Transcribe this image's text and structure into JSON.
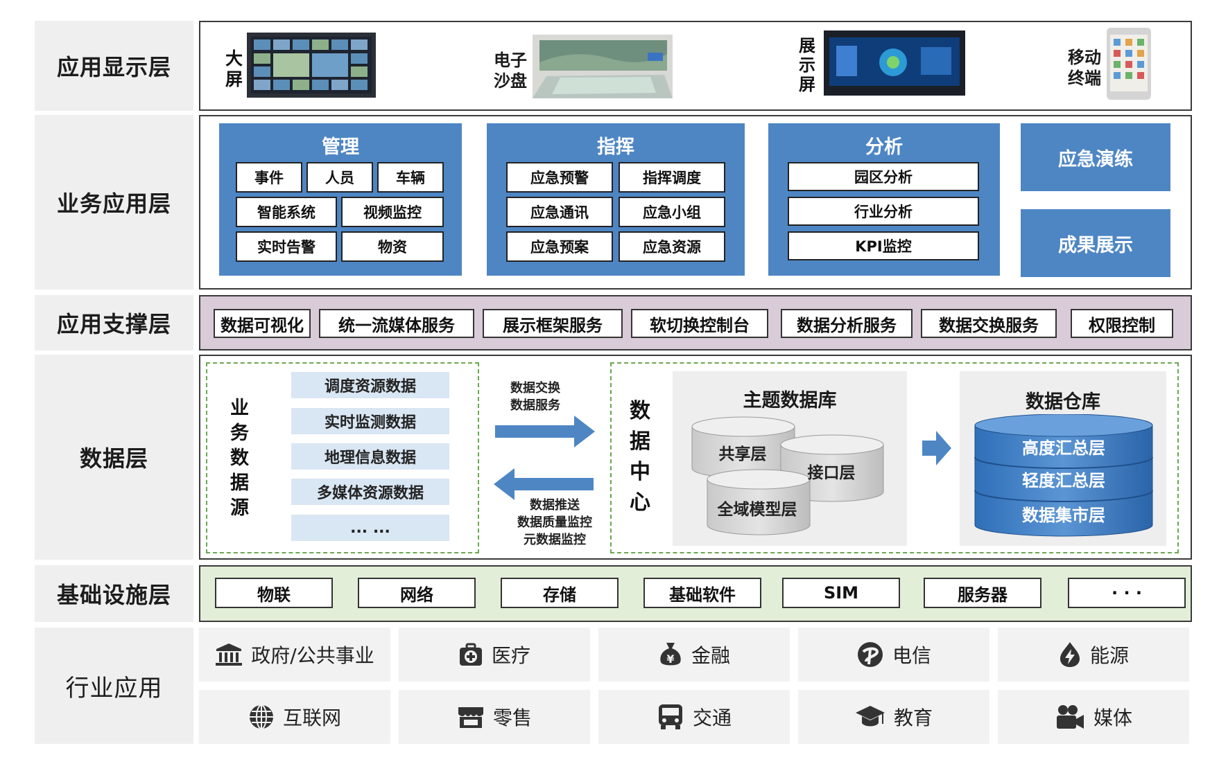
{
  "layers": {
    "display": "应用显示层",
    "business": "业务应用层",
    "support": "应用支撑层",
    "data": "数据层",
    "infra": "基础设施层",
    "industry": "行业应用"
  },
  "display": {
    "big_screen": {
      "line1": "大",
      "line2": "屏"
    },
    "sand_table": {
      "line1": "电子",
      "line2": "沙盘"
    },
    "show_screen": {
      "line1": "展",
      "line2": "示",
      "line3": "屏"
    },
    "mobile": {
      "line1": "移动",
      "line2": "终端"
    }
  },
  "business": {
    "management": {
      "title": "管理",
      "row1": [
        "事件",
        "人员",
        "车辆"
      ],
      "row2": [
        "智能系统",
        "视频监控"
      ],
      "row3": [
        "实时告警",
        "物资"
      ]
    },
    "command": {
      "title": "指挥",
      "items": [
        "应急预警",
        "指挥调度",
        "应急通讯",
        "应急小组",
        "应急预案",
        "应急资源"
      ]
    },
    "analysis": {
      "title": "分析",
      "items": [
        "园区分析",
        "行业分析",
        "KPI监控"
      ]
    },
    "drill": "应急演练",
    "results": "成果展示"
  },
  "support": {
    "items": [
      "数据可视化",
      "统一流媒体服务",
      "展示框架服务",
      "软切换控制台",
      "数据分析服务",
      "数据交换服务",
      "权限控制"
    ]
  },
  "data_layer": {
    "source_title": [
      "业",
      "务",
      "数",
      "据",
      "源"
    ],
    "sources": [
      "调度资源数据",
      "实时监测数据",
      "地理信息数据",
      "多媒体资源数据",
      "... ..."
    ],
    "arrow_right_label": [
      "数据交换",
      "数据服务"
    ],
    "arrow_left_label": [
      "数据推送",
      "数据质量监控",
      "元数据监控"
    ],
    "center_title": [
      "数",
      "据",
      "中",
      "心"
    ],
    "theme_db": {
      "title": "主题数据库",
      "shared": "共享层",
      "interface": "接口层",
      "model": "全域模型层"
    },
    "warehouse": {
      "title": "数据仓库",
      "layers": [
        "高度汇总层",
        "轻度汇总层",
        "数据集市层"
      ]
    }
  },
  "infra": {
    "items": [
      "物联",
      "网络",
      "存储",
      "基础软件",
      "SIM",
      "服务器",
      "· · ·"
    ]
  },
  "industry": {
    "row1": [
      {
        "label": "政府/公共事业",
        "icon": "government-icon"
      },
      {
        "label": "医疗",
        "icon": "medical-icon"
      },
      {
        "label": "金融",
        "icon": "finance-icon"
      },
      {
        "label": "电信",
        "icon": "telecom-icon"
      },
      {
        "label": "能源",
        "icon": "energy-icon"
      }
    ],
    "row2": [
      {
        "label": "互联网",
        "icon": "globe-icon"
      },
      {
        "label": "零售",
        "icon": "store-icon"
      },
      {
        "label": "交通",
        "icon": "bus-icon"
      },
      {
        "label": "教育",
        "icon": "education-icon"
      },
      {
        "label": "媒体",
        "icon": "media-icon"
      }
    ]
  },
  "colors": {
    "blue_box": "#4e86c4",
    "support_bg": "#d9cbd8",
    "infra_bg": "#e3eed9",
    "source_chip": "#d9e6f3",
    "arrow_blue": "#4e86c4",
    "label_bg": "#efefef"
  }
}
